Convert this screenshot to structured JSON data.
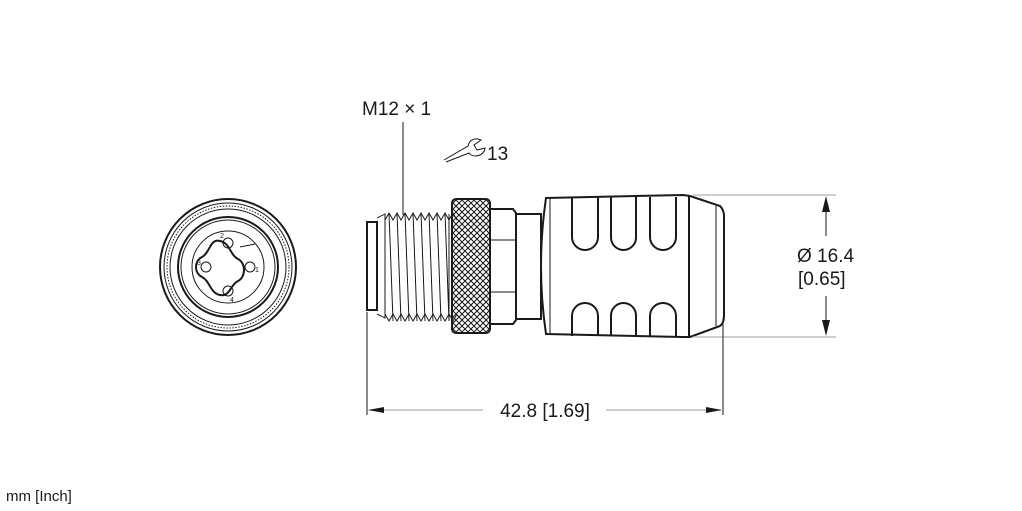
{
  "drawing": {
    "thread_label": "M12 × 1",
    "wrench_size": "13",
    "wrench_icon": "wrench-icon",
    "diameter_mm": "Ø 16.4",
    "diameter_inch": "[0.65]",
    "length_label": "42.8 [1.69]",
    "units_note": "mm [Inch]",
    "pin_labels": [
      "1",
      "2",
      "3",
      "4"
    ]
  }
}
